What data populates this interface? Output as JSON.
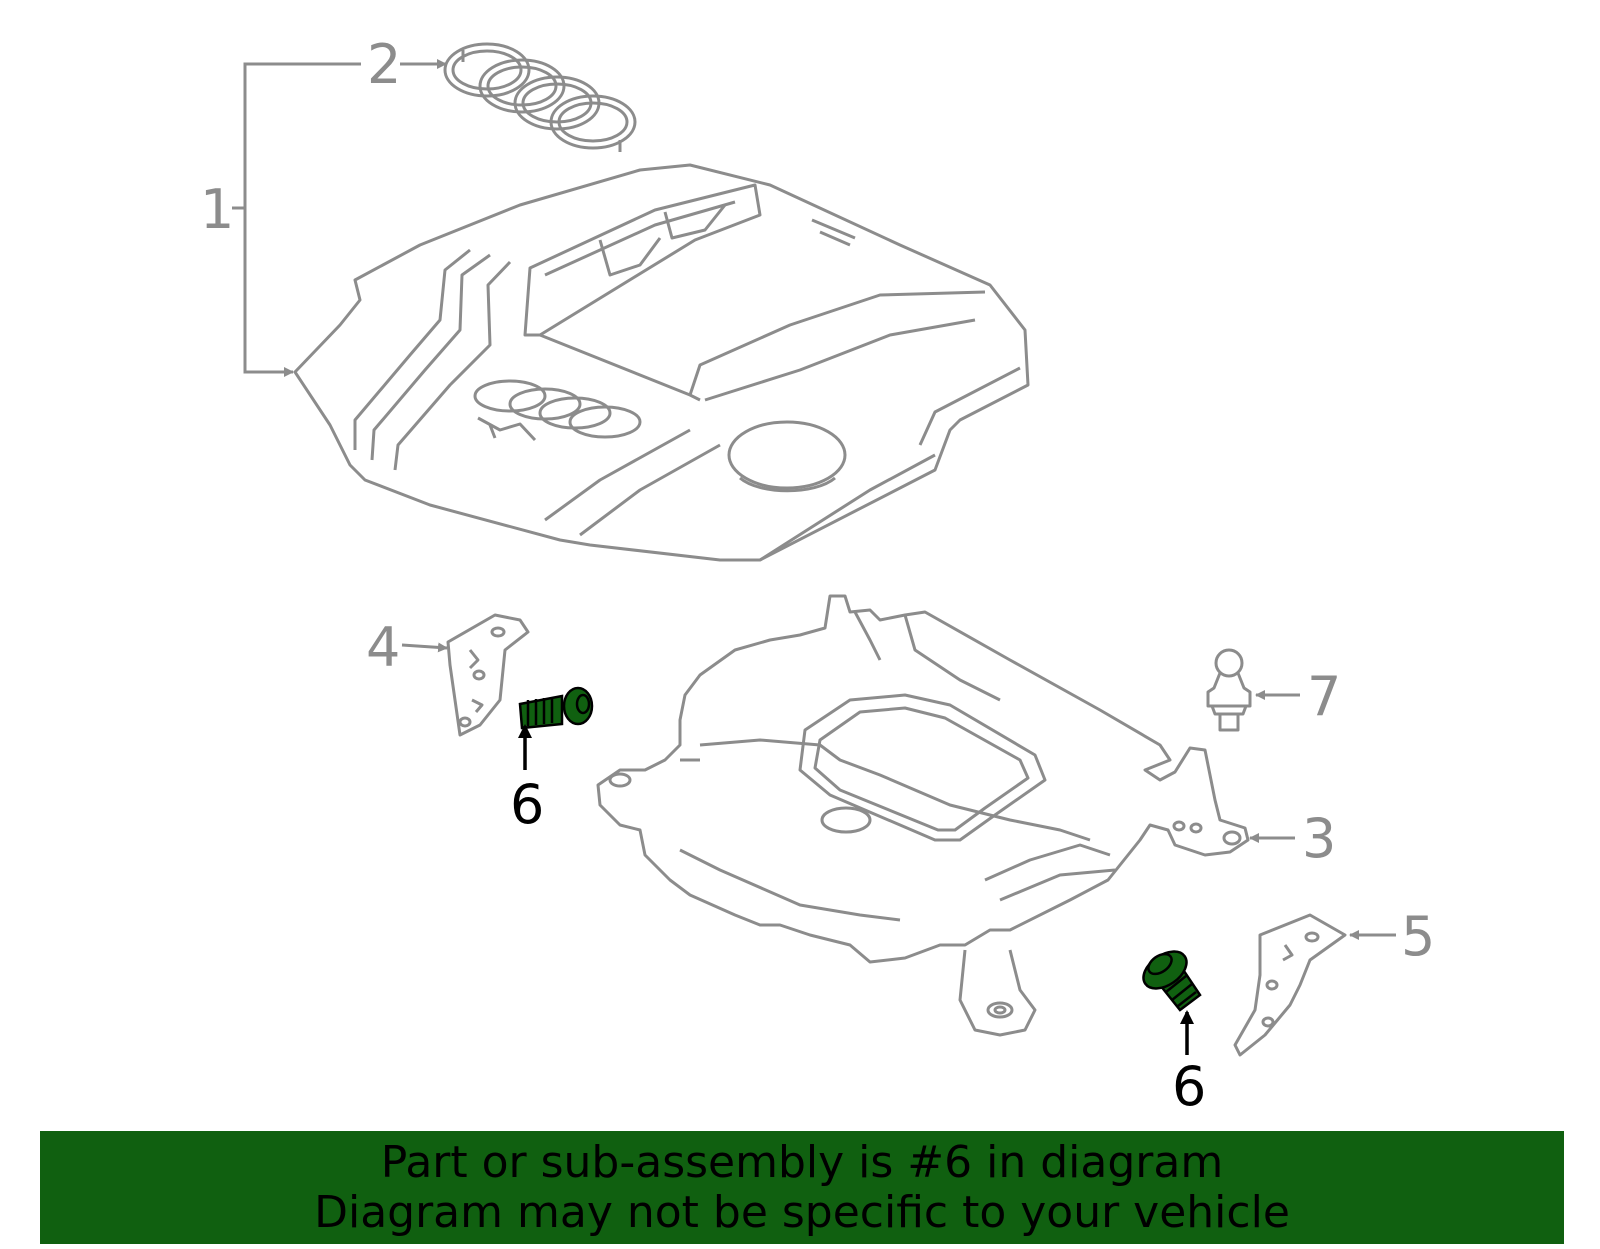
{
  "colors": {
    "outline": "#8c8c8c",
    "highlight_part": "#106010",
    "banner_bg": "#106010",
    "banner_text": "#000000",
    "highlight_label": "#000000"
  },
  "callouts": {
    "c1": "1",
    "c2": "2",
    "c3": "3",
    "c4": "4",
    "c5": "5",
    "c6a": "6",
    "c6b": "6",
    "c7": "7"
  },
  "banner": {
    "line1": "Part or sub-assembly is #6 in diagram",
    "line2": "Diagram may not be specific to your vehicle"
  }
}
